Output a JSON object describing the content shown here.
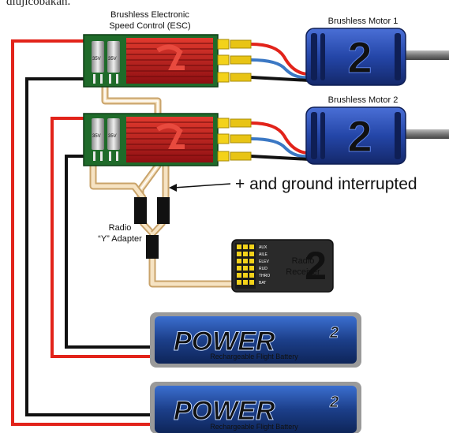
{
  "top_cut_text": "diujicobakan.",
  "esc_label_line1": "Brushless Electronic",
  "esc_label_line2": "Speed Control (ESC)",
  "motor1_label": "Brushless Motor 1",
  "motor2_label": "Brushless Motor 2",
  "motor_logo": "2",
  "capacitor_text": "35V",
  "interrupted_label": "+ and ground interrupted",
  "y_adapter_line1": "Radio",
  "y_adapter_line2": "“Y” Adapter",
  "receiver_label_line1": "Radio",
  "receiver_label_line2": "Receiver",
  "receiver_channels": [
    "AUX",
    "AILE",
    "ELEV",
    "RUD",
    "THRO",
    "BAT"
  ],
  "battery_brand": "POWER",
  "battery_superscript": "2",
  "battery_subtitle": "Rechargeable Flight Battery",
  "colors": {
    "esc_green": "#1f6b2a",
    "esc_red": "#c0161b",
    "wire_red": "#e2231a",
    "wire_blue": "#3b78c4",
    "wire_black": "#111111",
    "motor_blue": "#2446a8",
    "connector_gold": "#f3d21a",
    "battery_blue": "#1c3f8a",
    "servo_wire_tan": "#e6c08a"
  }
}
